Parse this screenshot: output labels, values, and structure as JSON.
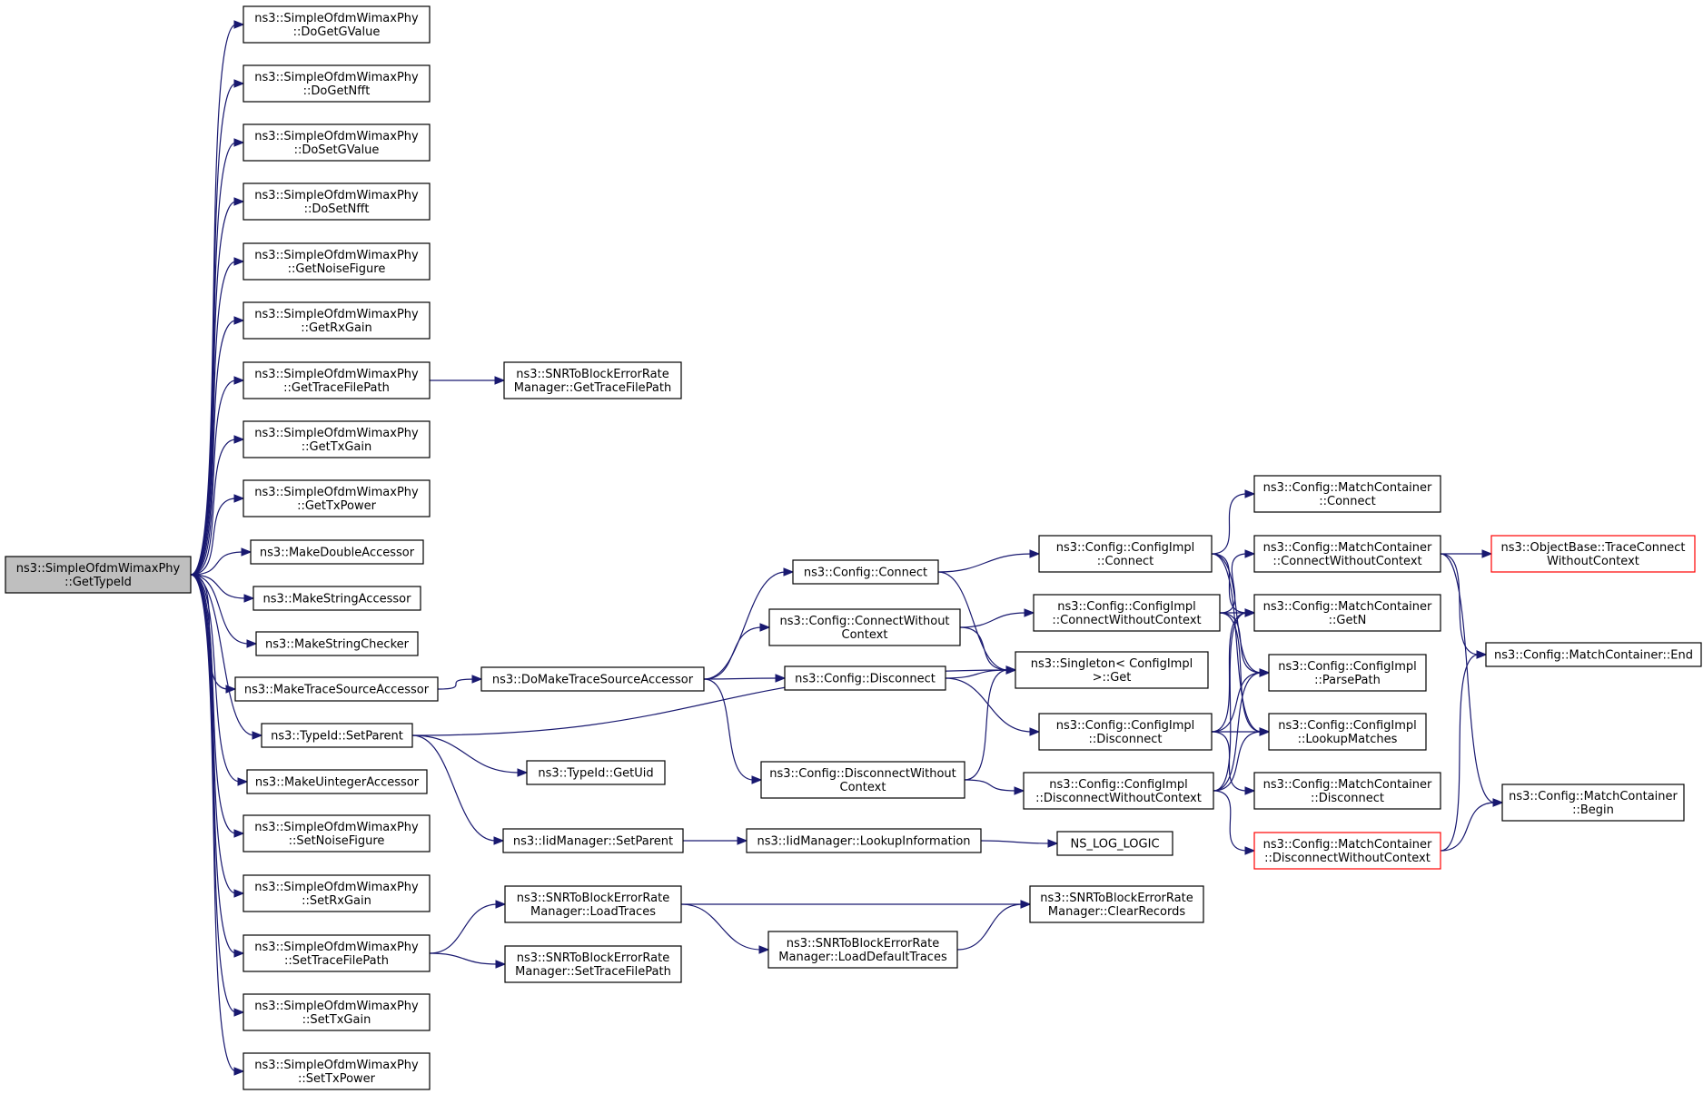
{
  "graph": {
    "root": {
      "lines": [
        "ns3::SimpleOfdmWimaxPhy",
        "::GetTypeId"
      ]
    },
    "nodes": {
      "n1": {
        "lines": [
          "ns3::SimpleOfdmWimaxPhy",
          "::DoGetGValue"
        ]
      },
      "n2": {
        "lines": [
          "ns3::SimpleOfdmWimaxPhy",
          "::DoGetNfft"
        ]
      },
      "n3": {
        "lines": [
          "ns3::SimpleOfdmWimaxPhy",
          "::DoSetGValue"
        ]
      },
      "n4": {
        "lines": [
          "ns3::SimpleOfdmWimaxPhy",
          "::DoSetNfft"
        ]
      },
      "n5": {
        "lines": [
          "ns3::SimpleOfdmWimaxPhy",
          "::GetNoiseFigure"
        ]
      },
      "n6": {
        "lines": [
          "ns3::SimpleOfdmWimaxPhy",
          "::GetRxGain"
        ]
      },
      "n7": {
        "lines": [
          "ns3::SimpleOfdmWimaxPhy",
          "::GetTraceFilePath"
        ]
      },
      "n8": {
        "lines": [
          "ns3::SimpleOfdmWimaxPhy",
          "::GetTxGain"
        ]
      },
      "n9": {
        "lines": [
          "ns3::SimpleOfdmWimaxPhy",
          "::GetTxPower"
        ]
      },
      "n10": {
        "lines": [
          "ns3::MakeDoubleAccessor"
        ]
      },
      "n11": {
        "lines": [
          "ns3::MakeStringAccessor"
        ]
      },
      "n12": {
        "lines": [
          "ns3::MakeStringChecker"
        ]
      },
      "n13": {
        "lines": [
          "ns3::MakeTraceSourceAccessor"
        ]
      },
      "n14": {
        "lines": [
          "ns3::TypeId::SetParent"
        ]
      },
      "n15": {
        "lines": [
          "ns3::MakeUintegerAccessor"
        ]
      },
      "n16": {
        "lines": [
          "ns3::SimpleOfdmWimaxPhy",
          "::SetNoiseFigure"
        ]
      },
      "n17": {
        "lines": [
          "ns3::SimpleOfdmWimaxPhy",
          "::SetRxGain"
        ]
      },
      "n18": {
        "lines": [
          "ns3::SimpleOfdmWimaxPhy",
          "::SetTraceFilePath"
        ]
      },
      "n19": {
        "lines": [
          "ns3::SimpleOfdmWimaxPhy",
          "::SetTxGain"
        ]
      },
      "n20": {
        "lines": [
          "ns3::SimpleOfdmWimaxPhy",
          "::SetTxPower"
        ]
      },
      "n21": {
        "lines": [
          "ns3::SNRToBlockErrorRate",
          "Manager::GetTraceFilePath"
        ]
      },
      "n22": {
        "lines": [
          "ns3::DoMakeTraceSourceAccessor"
        ]
      },
      "n23": {
        "lines": [
          "ns3::TypeId::GetUid"
        ]
      },
      "n24": {
        "lines": [
          "ns3::IidManager::SetParent"
        ]
      },
      "n25": {
        "lines": [
          "ns3::SNRToBlockErrorRate",
          "Manager::LoadTraces"
        ]
      },
      "n26": {
        "lines": [
          "ns3::SNRToBlockErrorRate",
          "Manager::SetTraceFilePath"
        ]
      },
      "n27": {
        "lines": [
          "ns3::Config::Connect"
        ]
      },
      "n28": {
        "lines": [
          "ns3::Config::ConnectWithout",
          "Context"
        ]
      },
      "n29": {
        "lines": [
          "ns3::Config::Disconnect"
        ]
      },
      "n30": {
        "lines": [
          "ns3::Config::DisconnectWithout",
          "Context"
        ]
      },
      "n31": {
        "lines": [
          "ns3::IidManager::LookupInformation"
        ]
      },
      "n32": {
        "lines": [
          "ns3::SNRToBlockErrorRate",
          "Manager::LoadDefaultTraces"
        ]
      },
      "n33": {
        "lines": [
          "ns3::Config::ConfigImpl",
          "::Connect"
        ]
      },
      "n34": {
        "lines": [
          "ns3::Config::ConfigImpl",
          "::ConnectWithoutContext"
        ]
      },
      "n35": {
        "lines": [
          "ns3::Singleton< ConfigImpl",
          " >::Get"
        ]
      },
      "n36": {
        "lines": [
          "ns3::Config::ConfigImpl",
          "::Disconnect"
        ]
      },
      "n37": {
        "lines": [
          "ns3::Config::ConfigImpl",
          "::DisconnectWithoutContext"
        ]
      },
      "n38": {
        "lines": [
          "NS_LOG_LOGIC"
        ]
      },
      "n39": {
        "lines": [
          "ns3::SNRToBlockErrorRate",
          "Manager::ClearRecords"
        ]
      },
      "n40": {
        "lines": [
          "ns3::Config::MatchContainer",
          "::Connect"
        ]
      },
      "n41": {
        "lines": [
          "ns3::Config::MatchContainer",
          "::ConnectWithoutContext"
        ]
      },
      "n42": {
        "lines": [
          "ns3::Config::MatchContainer",
          "::GetN"
        ]
      },
      "n43": {
        "lines": [
          "ns3::Config::ConfigImpl",
          "::ParsePath"
        ]
      },
      "n44": {
        "lines": [
          "ns3::Config::ConfigImpl",
          "::LookupMatches"
        ]
      },
      "n45": {
        "lines": [
          "ns3::Config::MatchContainer",
          "::Disconnect"
        ]
      },
      "n46": {
        "lines": [
          "ns3::Config::MatchContainer",
          "::DisconnectWithoutContext"
        ]
      },
      "n47": {
        "lines": [
          "ns3::ObjectBase::TraceConnect",
          "WithoutContext"
        ]
      },
      "n48": {
        "lines": [
          "ns3::Config::MatchContainer::End"
        ]
      },
      "n49": {
        "lines": [
          "ns3::Config::MatchContainer",
          "::Begin"
        ]
      }
    },
    "edges": [
      [
        "root",
        "n1"
      ],
      [
        "root",
        "n2"
      ],
      [
        "root",
        "n3"
      ],
      [
        "root",
        "n4"
      ],
      [
        "root",
        "n5"
      ],
      [
        "root",
        "n6"
      ],
      [
        "root",
        "n7"
      ],
      [
        "root",
        "n8"
      ],
      [
        "root",
        "n9"
      ],
      [
        "root",
        "n10"
      ],
      [
        "root",
        "n11"
      ],
      [
        "root",
        "n12"
      ],
      [
        "root",
        "n13"
      ],
      [
        "root",
        "n14"
      ],
      [
        "root",
        "n15"
      ],
      [
        "root",
        "n16"
      ],
      [
        "root",
        "n17"
      ],
      [
        "root",
        "n18"
      ],
      [
        "root",
        "n19"
      ],
      [
        "root",
        "n20"
      ],
      [
        "n7",
        "n21"
      ],
      [
        "n13",
        "n22"
      ],
      [
        "n14",
        "n35"
      ],
      [
        "n14",
        "n23"
      ],
      [
        "n14",
        "n24"
      ],
      [
        "n18",
        "n25"
      ],
      [
        "n18",
        "n26"
      ],
      [
        "n22",
        "n27"
      ],
      [
        "n22",
        "n28"
      ],
      [
        "n22",
        "n29"
      ],
      [
        "n22",
        "n30"
      ],
      [
        "n24",
        "n31"
      ],
      [
        "n25",
        "n39"
      ],
      [
        "n25",
        "n32"
      ],
      [
        "n32",
        "n39"
      ],
      [
        "n31",
        "n38"
      ],
      [
        "n27",
        "n33"
      ],
      [
        "n27",
        "n35"
      ],
      [
        "n28",
        "n34"
      ],
      [
        "n28",
        "n35"
      ],
      [
        "n29",
        "n35"
      ],
      [
        "n29",
        "n36"
      ],
      [
        "n30",
        "n35"
      ],
      [
        "n30",
        "n37"
      ],
      [
        "n33",
        "n40"
      ],
      [
        "n33",
        "n42"
      ],
      [
        "n33",
        "n43"
      ],
      [
        "n33",
        "n44"
      ],
      [
        "n34",
        "n41"
      ],
      [
        "n34",
        "n42"
      ],
      [
        "n34",
        "n43"
      ],
      [
        "n34",
        "n44"
      ],
      [
        "n36",
        "n42"
      ],
      [
        "n36",
        "n43"
      ],
      [
        "n36",
        "n44"
      ],
      [
        "n36",
        "n45"
      ],
      [
        "n37",
        "n42"
      ],
      [
        "n37",
        "n43"
      ],
      [
        "n37",
        "n44"
      ],
      [
        "n37",
        "n46"
      ],
      [
        "n41",
        "n47"
      ],
      [
        "n41",
        "n48"
      ],
      [
        "n41",
        "n49"
      ],
      [
        "n46",
        "n48"
      ],
      [
        "n46",
        "n49"
      ]
    ],
    "highlighted": [
      "n46",
      "n47"
    ],
    "colors": {
      "edge": "#191970",
      "root_fill": "#bfbfbf",
      "truncated_border": "#ff0000"
    }
  }
}
